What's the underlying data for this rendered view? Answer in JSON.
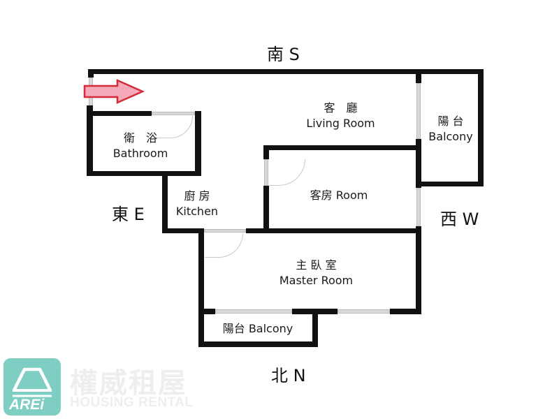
{
  "compass": {
    "south": "南 S",
    "north": "北 N",
    "east": "東 E",
    "west": "西 W"
  },
  "rooms": {
    "living": {
      "cn": "客　廳",
      "en": "Living Room"
    },
    "balcony_west": {
      "cn": "陽 台",
      "en": "Balcony"
    },
    "bathroom": {
      "cn": "衛　浴",
      "en": "Bathroom"
    },
    "kitchen": {
      "cn": "廚 房",
      "en": "Kitchen"
    },
    "guest": {
      "label": "客房 Room"
    },
    "master": {
      "cn": "主 臥 室",
      "en": "Master Room"
    },
    "balcony_north": {
      "label": "陽台 Balcony"
    }
  },
  "entrance_arrow": {
    "color": "#f4a0b0",
    "stroke": "#d02030",
    "direction": "right"
  },
  "logo": {
    "mark": "AREi",
    "name_cn": "權威租屋",
    "name_en": "HOUSING RENTAL",
    "color": "#7ecec3"
  }
}
